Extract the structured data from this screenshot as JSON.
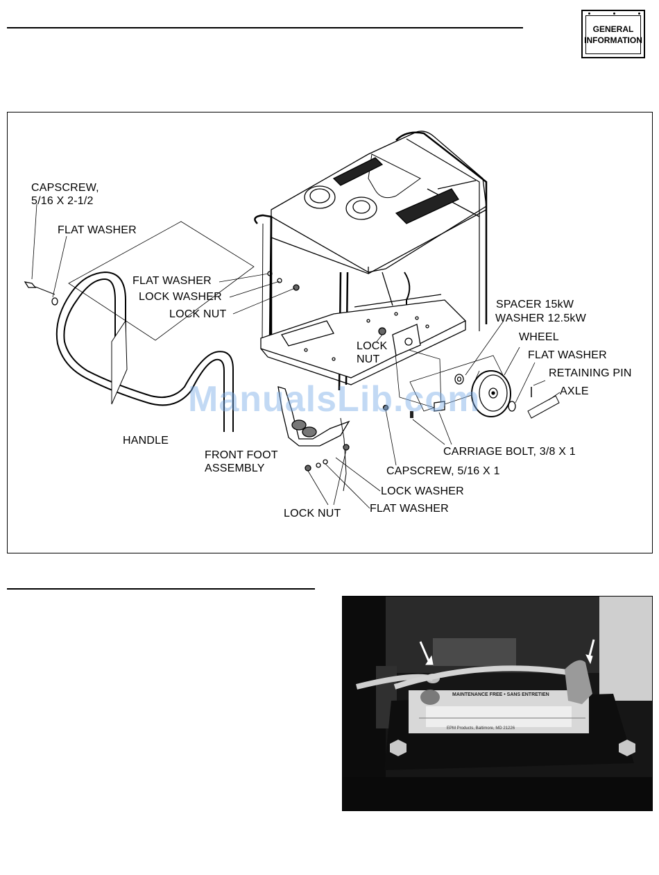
{
  "header": {
    "section_tab_line1": "GENERAL",
    "section_tab_line2": "INFORMATION"
  },
  "figure": {
    "watermark": "ManualsLib.com",
    "labels": {
      "capscrew_long_1": "CAPSCREW,",
      "capscrew_long_2": "5/16 X 2-1/2",
      "flat_washer_handle": "FLAT WASHER",
      "flat_washer_frame": "FLAT WASHER",
      "lock_washer_frame": "LOCK WASHER",
      "lock_nut_frame": "LOCK NUT",
      "lock_nut_axle_1": "LOCK",
      "lock_nut_axle_2": "NUT",
      "spacer": "SPACER 15kW",
      "washer_12": "WASHER 12.5kW",
      "wheel": "WHEEL",
      "flat_washer_wheel": "FLAT WASHER",
      "retaining_pin": "RETAINING PIN",
      "axle": "AXLE",
      "handle": "HANDLE",
      "front_foot_1": "FRONT FOOT",
      "front_foot_2": "ASSEMBLY",
      "carriage_bolt": "CARRIAGE BOLT, 3/8 X 1",
      "capscrew_short": "CAPSCREW, 5/16 X 1",
      "lock_washer_foot": "LOCK WASHER",
      "flat_washer_foot": "FLAT WASHER",
      "lock_nut_foot": "LOCK NUT"
    }
  },
  "photo": {
    "battery_label_line1": "MAINTENANCE FREE • SANS ENTRETIEN",
    "battery_maker": "EPM Products, Baltimore, MD 21226"
  }
}
